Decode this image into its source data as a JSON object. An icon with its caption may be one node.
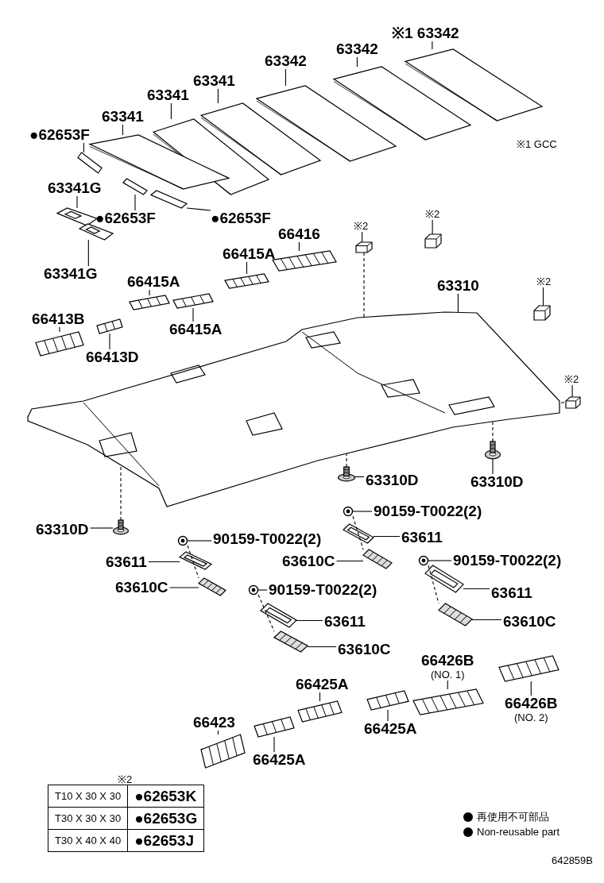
{
  "diagram": {
    "nodes": [
      {
        "text": [
          "※1 63342"
        ]
      },
      {
        "text": [],
        "shape": "picture"
      },
      {
        "text": [
          "63342"
        ]
      },
      {
        "text": [],
        "shape": "picture"
      },
      {
        "text": [
          "63342"
        ]
      },
      {
        "text": [],
        "shape": "picture"
      },
      {
        "text": [
          "63341"
        ]
      },
      {
        "text": [],
        "shape": "picture"
      },
      {
        "text": [
          "63341"
        ]
      },
      {
        "text": [],
        "shape": "picture"
      },
      {
        "text": [
          "63341"
        ]
      },
      {
        "text": [],
        "shape": "picture"
      },
      {
        "text": [
          "●62653F"
        ]
      },
      {
        "text": [],
        "shape": "picture"
      },
      {
        "text": [
          "63341G"
        ]
      },
      {
        "text": [],
        "shape": "picture"
      },
      {
        "text": [
          "●62653F"
        ]
      },
      {
        "text": [],
        "shape": "picture"
      },
      {
        "text": [
          "●62653F"
        ]
      },
      {
        "text": [],
        "shape": "picture"
      },
      {
        "text": [
          "63341G"
        ]
      },
      {
        "text": [],
        "shape": "picture"
      },
      {
        "text": [
          "※2"
        ]
      },
      {
        "text": [],
        "shape": "picture"
      },
      {
        "text": [
          "※2"
        ]
      },
      {
        "text": [],
        "shape": "picture"
      },
      {
        "text": [
          "66416"
        ]
      },
      {
        "text": [],
        "shape": "picture"
      },
      {
        "text": [
          "66415A"
        ]
      },
      {
        "text": [],
        "shape": "picture"
      },
      {
        "text": [
          "66415A"
        ]
      },
      {
        "text": [],
        "shape": "picture"
      },
      {
        "text": [
          "63310"
        ]
      },
      {
        "text": [],
        "shape": "picture"
      },
      {
        "text": [
          "※2"
        ]
      },
      {
        "text": [],
        "shape": "picture"
      },
      {
        "text": [
          "66413B"
        ]
      },
      {
        "text": [],
        "shape": "picture"
      },
      {
        "text": [
          "66415A"
        ]
      },
      {
        "text": [],
        "shape": "picture"
      },
      {
        "text": [
          "66413D"
        ]
      },
      {
        "text": [],
        "shape": "picture"
      },
      {
        "text": [
          "※2"
        ]
      },
      {
        "text": [],
        "shape": "picture"
      },
      {
        "text": [
          "63310D"
        ]
      },
      {
        "text": [],
        "shape": "picture"
      },
      {
        "text": [
          "63310D"
        ]
      },
      {
        "text": [],
        "shape": "picture"
      },
      {
        "text": [
          "90159-T0022(2)"
        ]
      },
      {
        "text": [],
        "shape": "picture"
      },
      {
        "text": [
          "63310D"
        ]
      },
      {
        "text": [],
        "shape": "picture"
      },
      {
        "text": [
          "63611"
        ]
      },
      {
        "text": [],
        "shape": "picture"
      },
      {
        "text": [
          "90159-T0022(2)"
        ]
      },
      {
        "text": [],
        "shape": "picture"
      },
      {
        "text": [
          "63611"
        ]
      },
      {
        "text": [],
        "shape": "picture"
      },
      {
        "text": [
          "63610C"
        ]
      },
      {
        "text": [],
        "shape": "picture"
      },
      {
        "text": [
          "90159-T0022(2)"
        ]
      },
      {
        "text": [],
        "shape": "picture"
      },
      {
        "text": [
          "63610C"
        ]
      },
      {
        "text": [],
        "shape": "picture"
      },
      {
        "text": [
          "90159-T0022(2)"
        ]
      },
      {
        "text": [],
        "shape": "picture"
      },
      {
        "text": [
          "63611"
        ]
      },
      {
        "text": [],
        "shape": "picture"
      },
      {
        "text": [
          "63611"
        ]
      },
      {
        "text": [],
        "shape": "picture"
      },
      {
        "text": [
          "63610C"
        ]
      },
      {
        "text": [],
        "shape": "picture"
      },
      {
        "text": [
          "63610C"
        ]
      },
      {
        "text": [],
        "shape": "picture"
      },
      {
        "text": [
          "66426B",
          "(NO. 1)"
        ]
      },
      {
        "text": [],
        "shape": "picture"
      },
      {
        "text": [
          "66425A"
        ]
      },
      {
        "text": [],
        "shape": "picture"
      },
      {
        "text": [
          "66426B",
          "(NO. 2)"
        ]
      },
      {
        "text": [],
        "shape": "picture"
      },
      {
        "text": [
          "66425A"
        ]
      },
      {
        "text": [],
        "shape": "picture"
      },
      {
        "text": [
          "66423"
        ]
      },
      {
        "text": [],
        "shape": "picture"
      },
      {
        "text": [
          "66425A"
        ]
      },
      {
        "text": [],
        "shape": "picture"
      }
    ],
    "edges": [
      {
        "from": 0,
        "to": 1,
        "arrow": "none"
      },
      {
        "from": 2,
        "to": 3,
        "arrow": "none"
      },
      {
        "from": 4,
        "to": 5,
        "arrow": "none"
      },
      {
        "from": 6,
        "to": 7,
        "arrow": "none"
      },
      {
        "from": 8,
        "to": 9,
        "arrow": "none"
      },
      {
        "from": 10,
        "to": 11,
        "arrow": "none"
      },
      {
        "from": 12,
        "to": 13,
        "arrow": "none"
      },
      {
        "from": 14,
        "to": 15,
        "arrow": "none"
      },
      {
        "from": 16,
        "to": 17,
        "arrow": "none"
      },
      {
        "from": 18,
        "to": 19,
        "arrow": "none"
      },
      {
        "from": 20,
        "to": 21,
        "arrow": "none"
      },
      {
        "from": 22,
        "to": 23,
        "arrow": "none"
      },
      {
        "from": 24,
        "to": 25,
        "arrow": "none"
      },
      {
        "from": 26,
        "to": 27,
        "arrow": "none"
      },
      {
        "from": 28,
        "to": 29,
        "arrow": "none"
      },
      {
        "from": 30,
        "to": 31,
        "arrow": "none"
      },
      {
        "from": 32,
        "to": 33,
        "arrow": "none"
      },
      {
        "from": 34,
        "to": 35,
        "arrow": "none"
      },
      {
        "from": 36,
        "to": 37,
        "arrow": "none"
      },
      {
        "from": 38,
        "to": 39,
        "arrow": "none"
      },
      {
        "from": 40,
        "to": 41,
        "arrow": "none"
      },
      {
        "from": 42,
        "to": 43,
        "arrow": "none"
      },
      {
        "from": 44,
        "to": 45,
        "arrow": "none"
      },
      {
        "from": 46,
        "to": 47,
        "arrow": "none"
      },
      {
        "from": 48,
        "to": 49,
        "arrow": "none"
      },
      {
        "from": 50,
        "to": 51,
        "arrow": "none"
      },
      {
        "from": 52,
        "to": 53,
        "arrow": "none"
      },
      {
        "from": 54,
        "to": 55,
        "arrow": "none"
      },
      {
        "from": 56,
        "to": 57,
        "arrow": "none"
      },
      {
        "from": 58,
        "to": 59,
        "arrow": "none"
      },
      {
        "from": 60,
        "to": 61,
        "arrow": "none"
      },
      {
        "from": 62,
        "to": 63,
        "arrow": "none"
      },
      {
        "from": 64,
        "to": 65,
        "arrow": "none"
      },
      {
        "from": 66,
        "to": 67,
        "arrow": "none"
      },
      {
        "from": 68,
        "to": 69,
        "arrow": "none"
      },
      {
        "from": 70,
        "to": 71,
        "arrow": "none"
      },
      {
        "from": 72,
        "to": 73,
        "arrow": "none"
      },
      {
        "from": 74,
        "to": 75,
        "arrow": "none"
      },
      {
        "from": 76,
        "to": 77,
        "arrow": "none"
      },
      {
        "from": 78,
        "to": 79,
        "arrow": "none"
      },
      {
        "from": 80,
        "to": 81,
        "arrow": "none"
      },
      {
        "from": 82,
        "to": 83,
        "arrow": "none"
      },
      {
        "from": 84,
        "to": 85,
        "arrow": "none"
      },
      {
        "from": 25,
        "to": 33,
        "arrow": "none",
        "style": "dashed"
      },
      {
        "from": 43,
        "to": 33,
        "arrow": "none",
        "style": "dashed"
      },
      {
        "from": 45,
        "to": 33,
        "arrow": "none",
        "style": "dashed"
      },
      {
        "from": 47,
        "to": 33,
        "arrow": "none",
        "style": "dashed"
      },
      {
        "from": 51,
        "to": 33,
        "arrow": "none",
        "style": "dashed"
      },
      {
        "from": 49,
        "to": 59,
        "arrow": "none",
        "style": "dashed"
      },
      {
        "from": 55,
        "to": 63,
        "arrow": "none",
        "style": "dashed"
      },
      {
        "from": 61,
        "to": 71,
        "arrow": "none",
        "style": "dashed"
      },
      {
        "from": 65,
        "to": 73,
        "arrow": "none",
        "style": "dashed"
      }
    ],
    "labels": [
      "※1 GCC",
      "※2",
      "T10 X 30 X 30",
      "●62653K",
      "T30 X 30 X 30",
      "●62653G",
      "T30 X 40 X 40",
      "●62653J",
      "642859B"
    ],
    "legend": [
      {
        "text": "再使用不可部品",
        "color": "#000000"
      },
      {
        "text": "Non-reusable part",
        "color": "#000000"
      }
    ]
  }
}
